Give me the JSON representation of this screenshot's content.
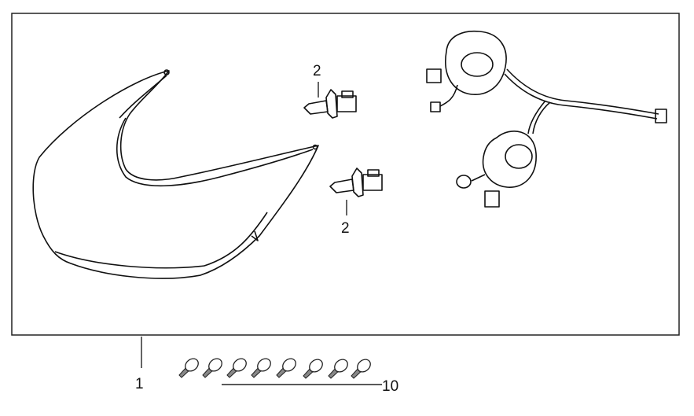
{
  "diagram": {
    "type": "exploded parts diagram",
    "callouts": [
      {
        "part": "headlight-assembly",
        "label": "1"
      },
      {
        "part": "headlight-bulb-upper",
        "label": "2"
      },
      {
        "part": "headlight-bulb-lower",
        "label": "2"
      },
      {
        "part": "screws",
        "label": "10"
      }
    ],
    "screw_count": 8
  }
}
